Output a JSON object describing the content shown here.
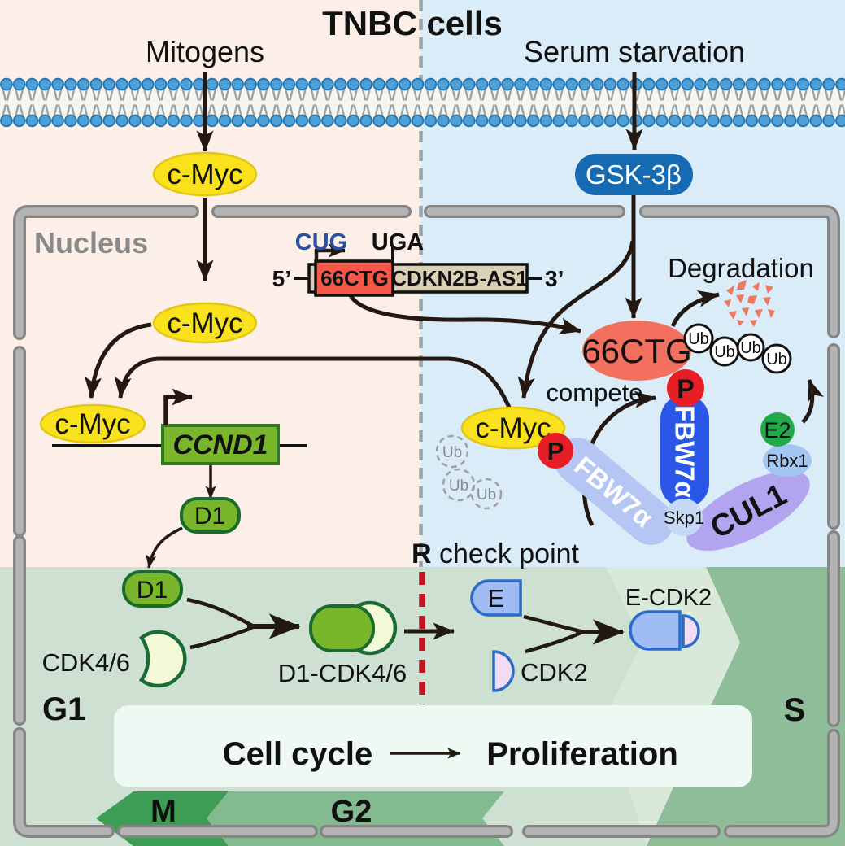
{
  "title": "TNBC cells",
  "nucleus_label": "Nucleus",
  "left_pathway": {
    "stimulus": "Mitogens",
    "cmyc": "c-Myc",
    "gene": {
      "five_prime": "5’",
      "three_prime": "3’",
      "start_codon": "CUG",
      "stop_codon": "UGA",
      "orf": "66CTG",
      "lncrna": "CDKN2B-AS1"
    },
    "target_gene": "CCND1",
    "cyclin_d1": "D1"
  },
  "right_pathway": {
    "stimulus": "Serum starvation",
    "kinase": "GSK-3β",
    "rna": "66CTG",
    "cmyc": "c-Myc",
    "phospho": "P",
    "compete": "compete",
    "degradation": "Degradation",
    "ubiquitin": "Ub",
    "fbw7a": "FBW7α",
    "skp1": "Skp1",
    "cul1": "CUL1",
    "rbx1": "Rbx1",
    "e2": "E2"
  },
  "cell_cycle": {
    "checkpoint_r": "R",
    "checkpoint_rest": " check point",
    "phase_g1": "G1",
    "phase_s": "S",
    "phase_g2": "G2",
    "phase_m": "M",
    "cyclin_d1": "D1",
    "cdk46": "CDK4/6",
    "complex_d1": "D1-CDK4/6",
    "cyclin_e": "E",
    "cdk2": "CDK2",
    "complex_e": "E-CDK2",
    "banner_left": "Cell cycle",
    "banner_right": "Proliferation"
  },
  "colors": {
    "cytoplasm_left": "#fcefe8",
    "cytoplasm_right": "#d9ecf8",
    "cellcycle_base": "#cde0d2",
    "cellcycle_light": "#d8e8d9",
    "cellcycle_s": "#8fbd9a",
    "chevron_m": "#3d9d55",
    "chevron_g2": "#84ba90",
    "banner_box": "#edf9f2",
    "membrane_head": "#4da0d8",
    "membrane_tail": "#a8adad",
    "wall_gray": "#b4b4b4",
    "divider_gray": "#9aa0a3",
    "arrow_dark": "#231812",
    "cmyc_yellow": "#f9e21d",
    "phospho_red": "#e71e25",
    "rna_salmon": "#f4705e",
    "gene_red": "#f45849",
    "gene_tan": "#d9d0b5",
    "gsk_blue": "#156ab2",
    "fbw7_light": "#b6c6f4",
    "fbw7_dark": "#2b57e9",
    "cul1_purple": "#b3a4ef",
    "skp1_blue": "#c5d9f4",
    "rbx1_blue": "#a4c6f2",
    "e2_green": "#22a94c",
    "gene_green": "#79b62b",
    "crescent_pale": "#f3f9d7",
    "e_blue": "#9fbdf4",
    "cdk2_pink": "#f3dbf6",
    "checkpoint_red": "#c31426",
    "cug_blue": "#2c4fa0",
    "nucleus_text": "#8a8a8a"
  }
}
